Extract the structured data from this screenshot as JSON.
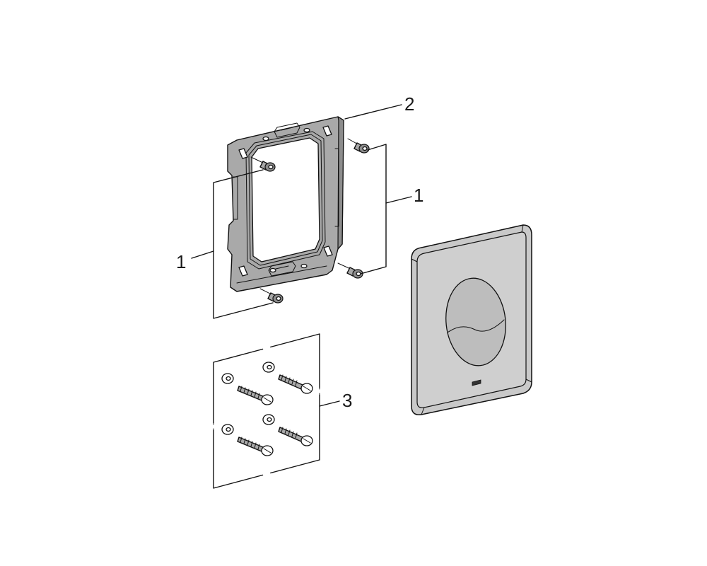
{
  "callouts": {
    "screws_left": "1",
    "screws_right": "1",
    "mounting_frame": "2",
    "fixing_kit": "3"
  },
  "colors": {
    "line": "#111111",
    "part_fill": "#a9a9a9",
    "plate_fill": "#c9c9c9",
    "background": "#ffffff"
  }
}
